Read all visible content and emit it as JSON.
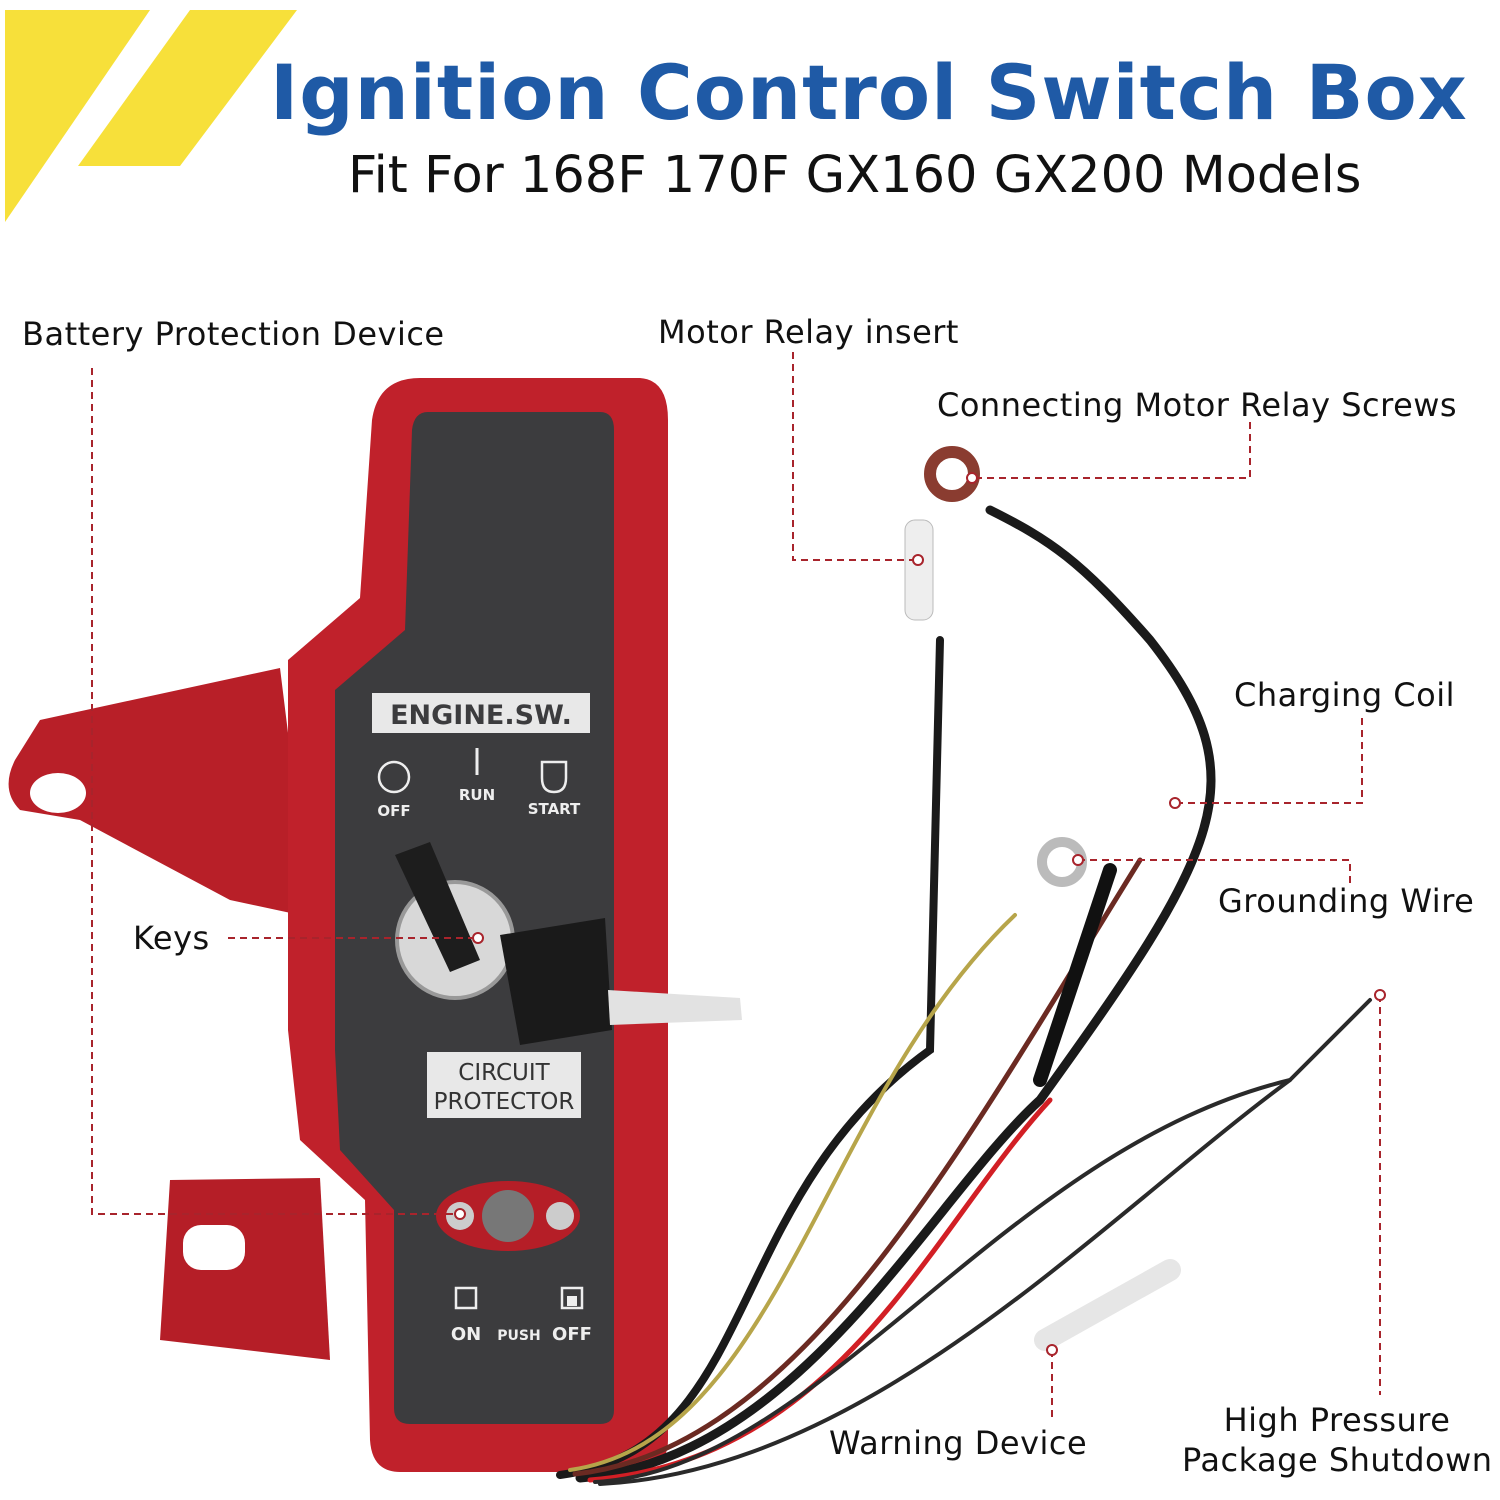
{
  "header": {
    "title": "Ignition Control Switch Box",
    "subtitle": "Fit For 168F 170F GX160 GX200 Models"
  },
  "callouts": {
    "battery_protection": "Battery Protection Device",
    "motor_relay_insert": "Motor Relay insert",
    "connecting_screws": "Connecting Motor Relay Screws",
    "charging_coil": "Charging Coil",
    "grounding_wire": "Grounding Wire",
    "keys": "Keys",
    "warning_device": "Warning Device",
    "high_pressure_line1": "High Pressure",
    "high_pressure_line2": "Package Shutdown"
  },
  "panel": {
    "engine_sw": "ENGINE.SW.",
    "off": "OFF",
    "run": "RUN",
    "start": "START",
    "circuit_line1": "CIRCUIT",
    "circuit_line2": "PROTECTOR",
    "on": "ON",
    "push": "PUSH",
    "off2": "OFF"
  },
  "colors": {
    "title_blue": "#1f5aa6",
    "accent_yellow": "#f7e03a",
    "box_red": "#c0212b",
    "panel_gray": "#3c3c3e",
    "leader_red": "#a8242c"
  }
}
